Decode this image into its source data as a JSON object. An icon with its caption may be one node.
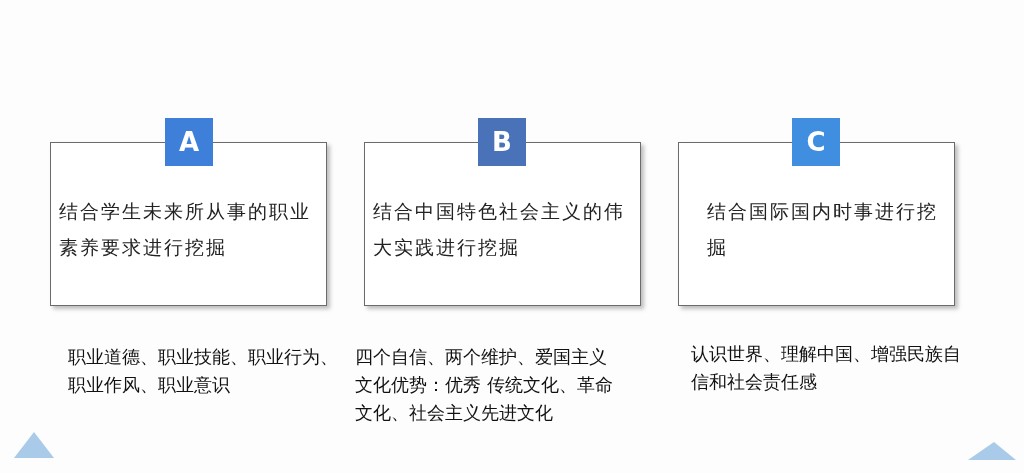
{
  "diagram": {
    "nodes": [
      {
        "text": [
          "A"
        ]
      },
      {
        "text": [
          "结合学生未来所从事的职业素养要求进行挖掘"
        ],
        "beside": [
          "职业道德、职业技能、职业行为、职业作风、职业意识"
        ]
      },
      {
        "text": [
          "B"
        ]
      },
      {
        "text": [
          "结合中国特色社会主义的伟大实践进行挖掘"
        ],
        "beside": [
          "四个自信、两个维护、爱国主义",
          "文化优势：优秀 传统文化、革命文化、社会主义先进文化"
        ]
      },
      {
        "text": [
          "C"
        ]
      },
      {
        "text": [
          "结合国际国内时事进行挖掘"
        ],
        "beside": [
          "认识世界、理解中国、增强民族自信和社会责任感"
        ]
      }
    ]
  }
}
